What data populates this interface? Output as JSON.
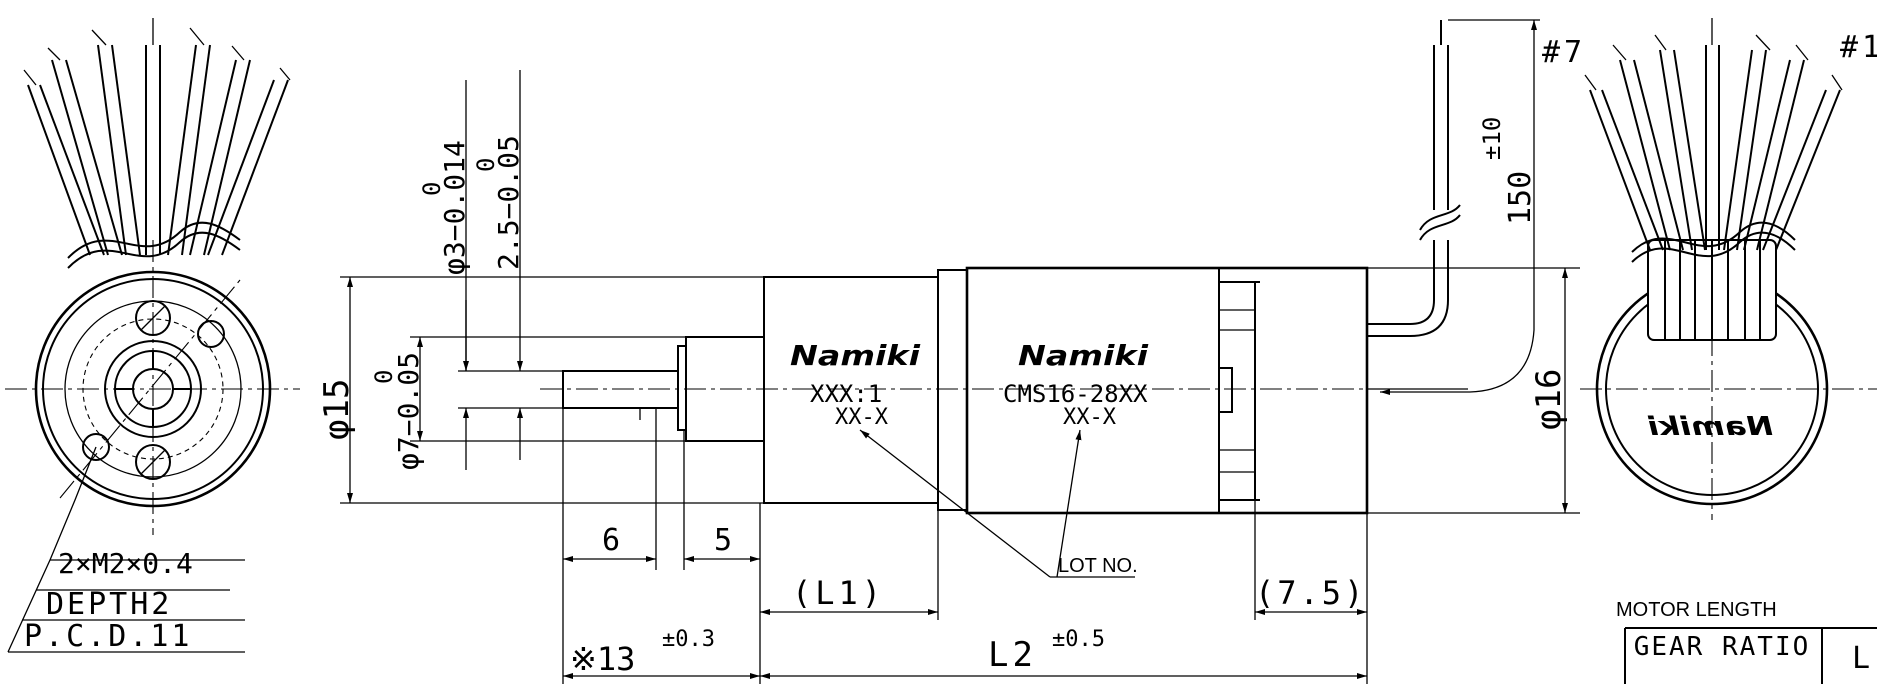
{
  "dimensions": {
    "phi15": "φ15",
    "phi16": "φ16",
    "phi7": "φ7−0.05",
    "phi3": "φ3−0.014",
    "d25": "2.5−0.05",
    "tol_zero": "0",
    "d6": "6",
    "d5": "5",
    "l1": "(L1)",
    "d75": "(7.5)",
    "d13": "※13",
    "d13_tol": "±0.3",
    "l2": "L2",
    "l2_tol": "±0.5",
    "lead": "150",
    "lead_tol": "±10"
  },
  "callouts": {
    "thread": "2×M2×0.4",
    "depth": "DEPTH2",
    "pcd": "P.C.D.11",
    "lot": "LOT NO."
  },
  "labels": {
    "brand": "Namiki",
    "gear_marking": "XXX:1",
    "marking_code": "XX-X",
    "motor_model": "CMS16-28XX",
    "wire_pin7": "#7",
    "wire_pin1": "#1"
  },
  "table": {
    "title": "MOTOR LENGTH",
    "header_gear_ratio": "GEAR RATIO",
    "header_l": "L"
  }
}
